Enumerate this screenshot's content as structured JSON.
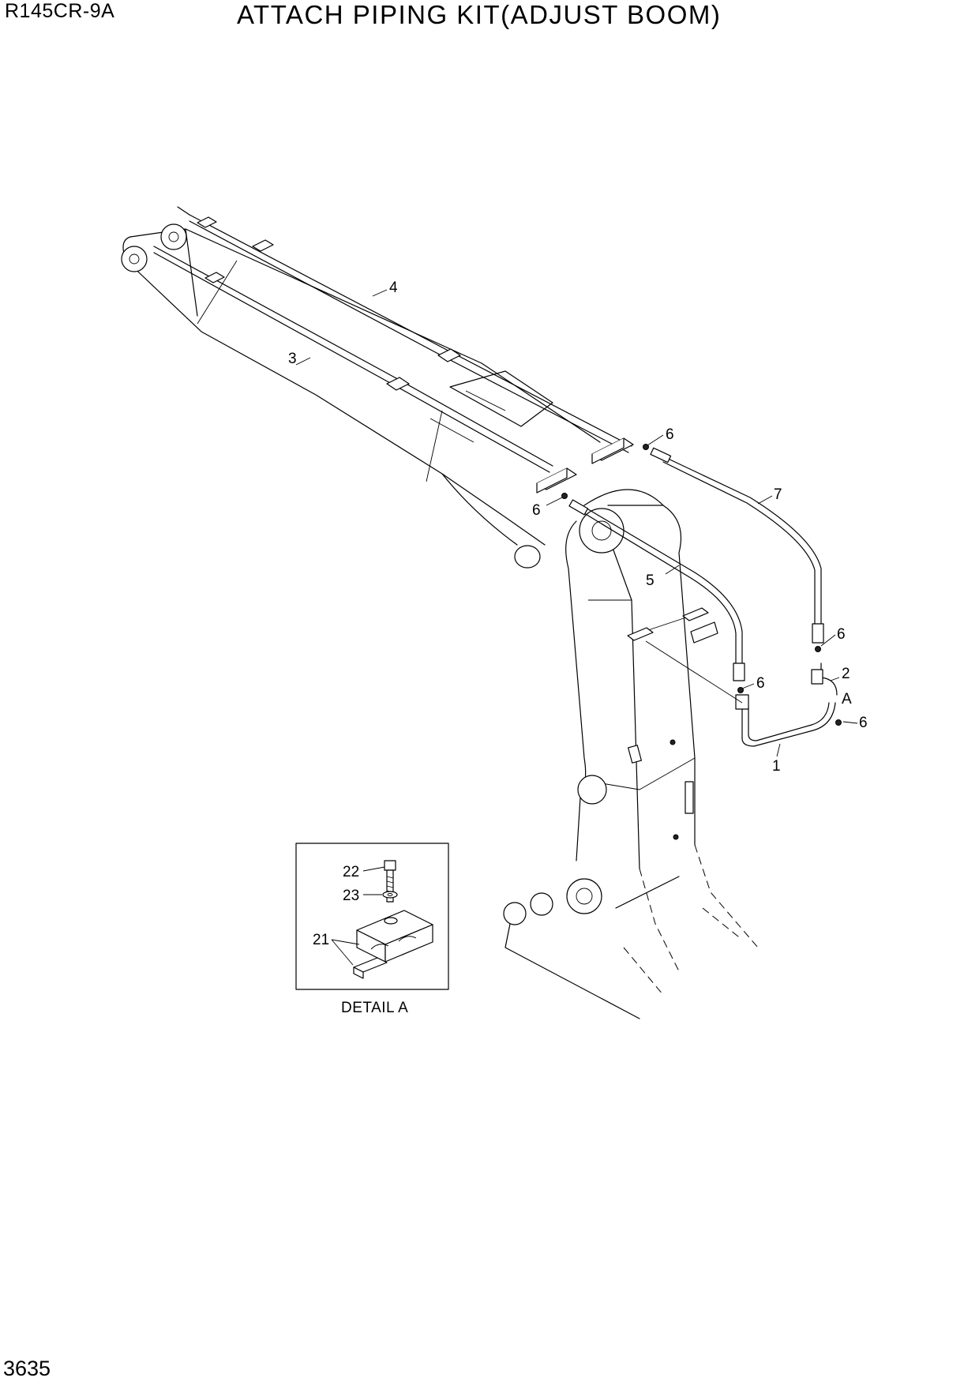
{
  "header": {
    "model": "R145CR-9A",
    "title": "ATTACH PIPING KIT(ADJUST BOOM)"
  },
  "page_number": "3635",
  "callouts": [
    {
      "label": "4",
      "part": "pipe"
    },
    {
      "label": "3",
      "part": "pipe"
    },
    {
      "label": "6",
      "part": "o-ring"
    },
    {
      "label": "6",
      "part": "o-ring"
    },
    {
      "label": "7",
      "part": "hose"
    },
    {
      "label": "5",
      "part": "hose"
    },
    {
      "label": "6",
      "part": "o-ring"
    },
    {
      "label": "6",
      "part": "o-ring"
    },
    {
      "label": "2",
      "part": "pipe"
    },
    {
      "label": "A",
      "part": "detail-reference"
    },
    {
      "label": "6",
      "part": "o-ring"
    },
    {
      "label": "1",
      "part": "pipe"
    }
  ],
  "detail": {
    "caption": "DETAIL A",
    "callouts": [
      {
        "label": "22",
        "part": "bolt"
      },
      {
        "label": "23",
        "part": "washer"
      },
      {
        "label": "21",
        "part": "clamp"
      }
    ]
  }
}
